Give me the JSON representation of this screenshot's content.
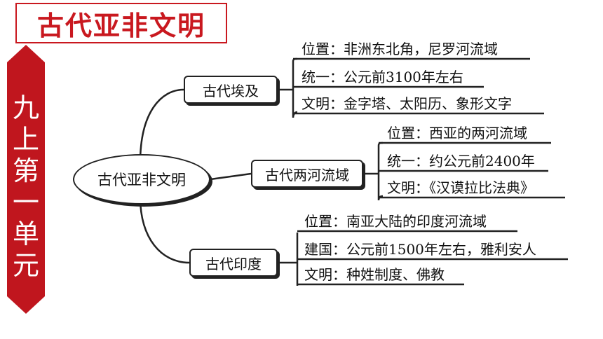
{
  "title": "古代亚非文明",
  "side_label": [
    "九",
    "上",
    "第",
    "一",
    "单",
    "元"
  ],
  "root": "古代亚非文明",
  "branches": [
    {
      "name": "古代埃及",
      "items": [
        "位置：非洲东北角，尼罗河流域",
        "统一：公元前3100年左右",
        "文明：金字塔、太阳历、象形文字"
      ]
    },
    {
      "name": "古代两河流域",
      "items": [
        "位置：西亚的两河流域",
        "统一：约公元前2400年",
        "文明：《汉谟拉比法典》"
      ]
    },
    {
      "name": "古代印度",
      "items": [
        "位置：南亚大陆的印度河流域",
        "建国：公元前1500年左右，雅利安人",
        "文明：种姓制度、佛教"
      ]
    }
  ],
  "colors": {
    "accent": "#c9181f",
    "line": "#222222"
  }
}
